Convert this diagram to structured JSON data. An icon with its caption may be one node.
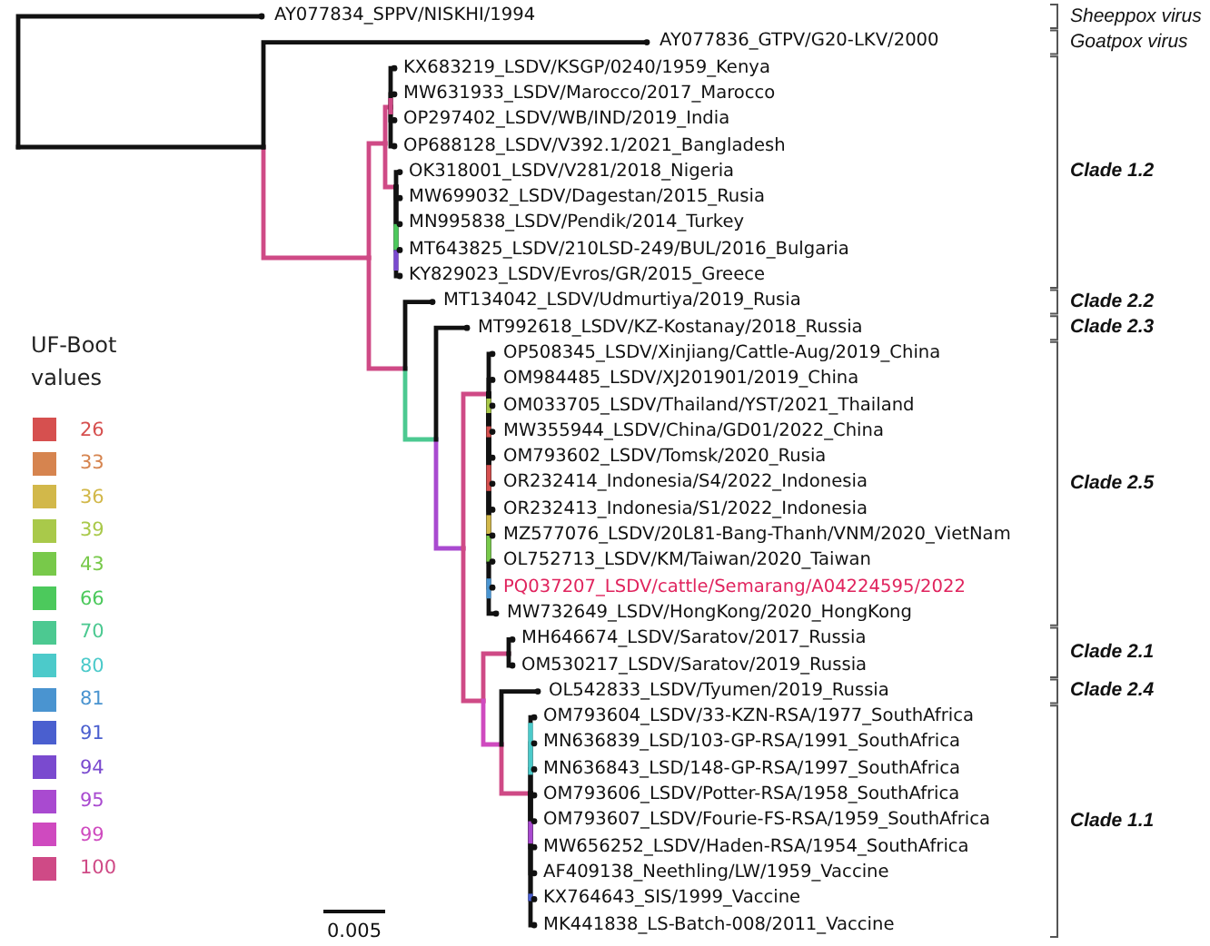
{
  "diagram": {
    "labels": [
      "AY077834_SPPV/NISKHI/1994",
      "AY077836_GTPV/G20-LKV/2000",
      "KX683219_LSDV/KSGP/0240/1959_Kenya",
      "MW631933_LSDV/Marocco/2017_Marocco",
      "OP297402_LSDV/WB/IND/2019_India",
      "OP688128_LSDV/V392.1/2021_Bangladesh",
      "OK318001_LSDV/V281/2018_Nigeria",
      "MW699032_LSDV/Dagestan/2015_Rusia",
      "MN995838_LSDV/Pendik/2014_Turkey",
      "MT643825_LSDV/210LSD-249/BUL/2016_Bulgaria",
      "KY829023_LSDV/Evros/GR/2015_Greece",
      "MT134042_LSDV/Udmurtiya/2019_Rusia",
      "MT992618_LSDV/KZ-Kostanay/2018_Russia",
      "OP508345_LSDV/Xinjiang/Cattle-Aug/2019_China",
      "OM984485_LSDV/XJ201901/2019_China",
      "OM033705_LSDV/Thailand/YST/2021_Thailand",
      "MW355944_LSDV/China/GD01/2022_China",
      "OM793602_LSDV/Tomsk/2020_Rusia",
      "OR232414_Indonesia/S4/2022_Indonesia",
      "OR232413_Indonesia/S1/2022_Indonesia",
      "MZ577076_LSDV/20L81-Bang-Thanh/VNM/2020_VietNam",
      "OL752713_LSDV/KM/Taiwan/2020_Taiwan",
      "PQ037207_LSDV/cattle/Semarang/A04224595/2022",
      "MW732649_LSDV/HongKong/2020_HongKong",
      "MH646674_LSDV/Saratov/2017_Russia",
      "OM530217_LSDV/Saratov/2019_Russia",
      "OL542833_LSDV/Tyumen/2019_Russia",
      "OM793604_LSDV/33-KZN-RSA/1977_SouthAfrica",
      "MN636839_LSD/103-GP-RSA/1991_SouthAfrica",
      "MN636843_LSD/148-GP-RSA/1997_SouthAfrica",
      "OM793606_LSDV/Potter-RSA/1958_SouthAfrica",
      "OM793607_LSDV/Fourie-FS-RSA/1959_SouthAfrica",
      "MW656252_LSDV/Haden-RSA/1954_SouthAfrica",
      "AF409138_Neethling/LW/1959_Vaccine",
      "KX764643_SIS/1999_Vaccine",
      "MK441838_LS-Batch-008/2011_Vaccine",
      "Sheeppox virus",
      "Goatpox virus",
      "Clade 1.2",
      "Clade 2.2",
      "Clade 2.3",
      "Clade 2.5",
      "Clade 2.1",
      "Clade 2.4",
      "Clade 1.1",
      "UF-Boot values",
      "0.005"
    ],
    "legend": [
      {
        "text": "26",
        "color": "#d6504f"
      },
      {
        "text": "33",
        "color": "#d6844f"
      },
      {
        "text": "36",
        "color": "#d2b84a"
      },
      {
        "text": "39",
        "color": "#a9c94a"
      },
      {
        "text": "43",
        "color": "#78c94a"
      },
      {
        "text": "66",
        "color": "#4cc95c"
      },
      {
        "text": "70",
        "color": "#4cc991"
      },
      {
        "text": "80",
        "color": "#4ccaca"
      },
      {
        "text": "81",
        "color": "#4a94d0"
      },
      {
        "text": "91",
        "color": "#4a5fcf"
      },
      {
        "text": "94",
        "color": "#7a4acf"
      },
      {
        "text": "95",
        "color": "#a94ad0"
      },
      {
        "text": "99",
        "color": "#cf4abf"
      },
      {
        "text": "100",
        "color": "#cf4a86"
      }
    ]
  }
}
